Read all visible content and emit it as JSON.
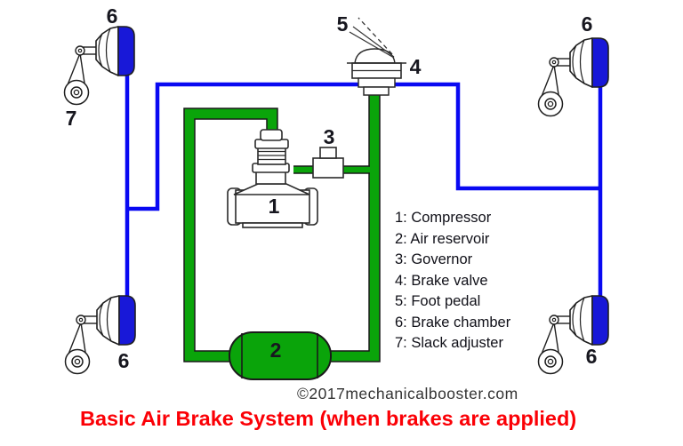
{
  "diagram": {
    "title": "Basic Air Brake System (when brakes are applied)",
    "copyright": "©2017mechanicalbooster.com",
    "labels": {
      "compressor": "1",
      "air_reservoir": "2",
      "governor": "3",
      "brake_valve": "4",
      "foot_pedal": "5",
      "brake_chamber": "6",
      "slack_adjuster": "7"
    },
    "legend": {
      "items": [
        "1: Compressor",
        "2: Air reservoir",
        "3: Governor",
        "4: Brake valve",
        "5: Foot pedal",
        "6: Brake chamber",
        "7: Slack adjuster"
      ]
    },
    "colors": {
      "pipe_green": "#0aa40a",
      "line_blue": "#0909f2",
      "chamber_blue": "#1818d8",
      "title_red": "#fb0006",
      "outline": "#1f1f1f"
    }
  }
}
